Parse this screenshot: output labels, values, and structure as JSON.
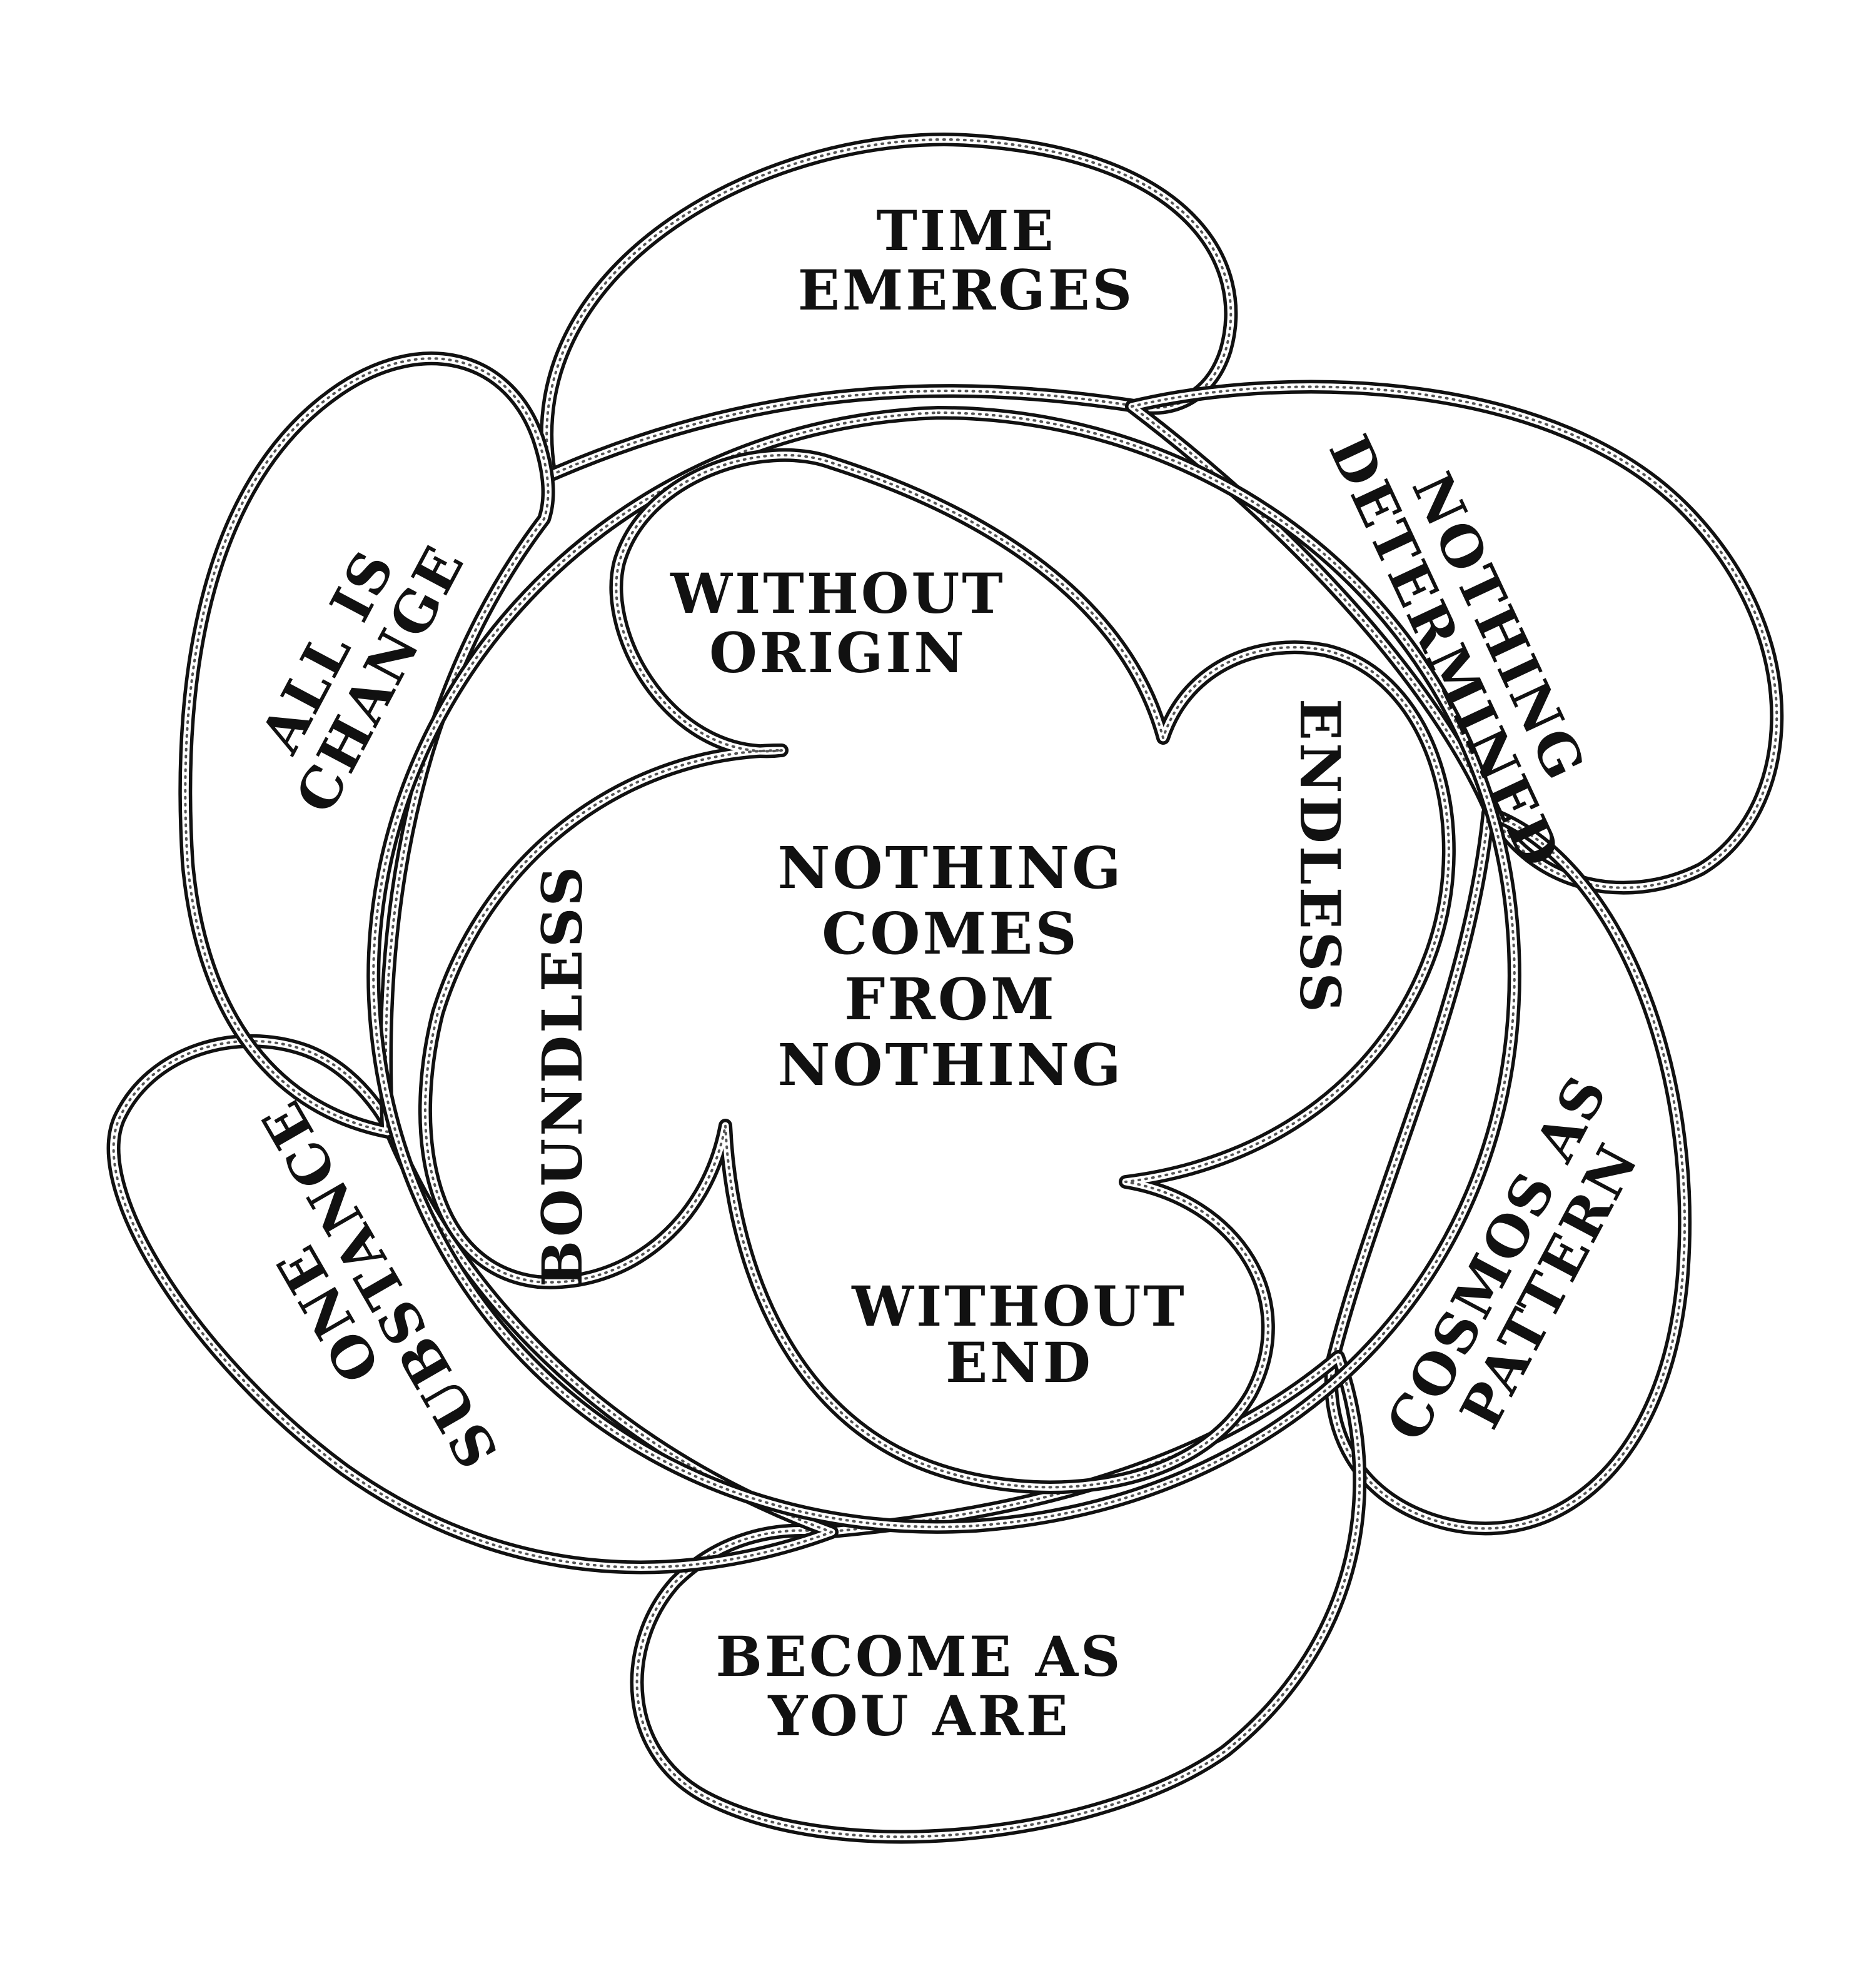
{
  "center": {
    "lines": [
      "NOTHING",
      "COMES",
      "FROM",
      "NOTHING"
    ]
  },
  "inner_petals": {
    "top": [
      "WITHOUT",
      "ORIGIN"
    ],
    "right": [
      "ENDLESS"
    ],
    "bottom": [
      "WITHOUT",
      "END"
    ],
    "left": [
      "BOUNDLESS"
    ]
  },
  "outer_petals": {
    "top": [
      "TIME",
      "EMERGES"
    ],
    "upper_right": [
      "NOTHING",
      "DETERMINED"
    ],
    "lower_right": [
      "COSMOS AS",
      "PATTERN"
    ],
    "bottom": [
      "BECOME AS",
      "YOU ARE"
    ],
    "lower_left": [
      "ONE",
      "SUBSTANCE"
    ],
    "upper_left": [
      "ALL IS",
      "CHANGE"
    ]
  },
  "colors": {
    "ink": "#111111",
    "paper": "#ffffff"
  }
}
